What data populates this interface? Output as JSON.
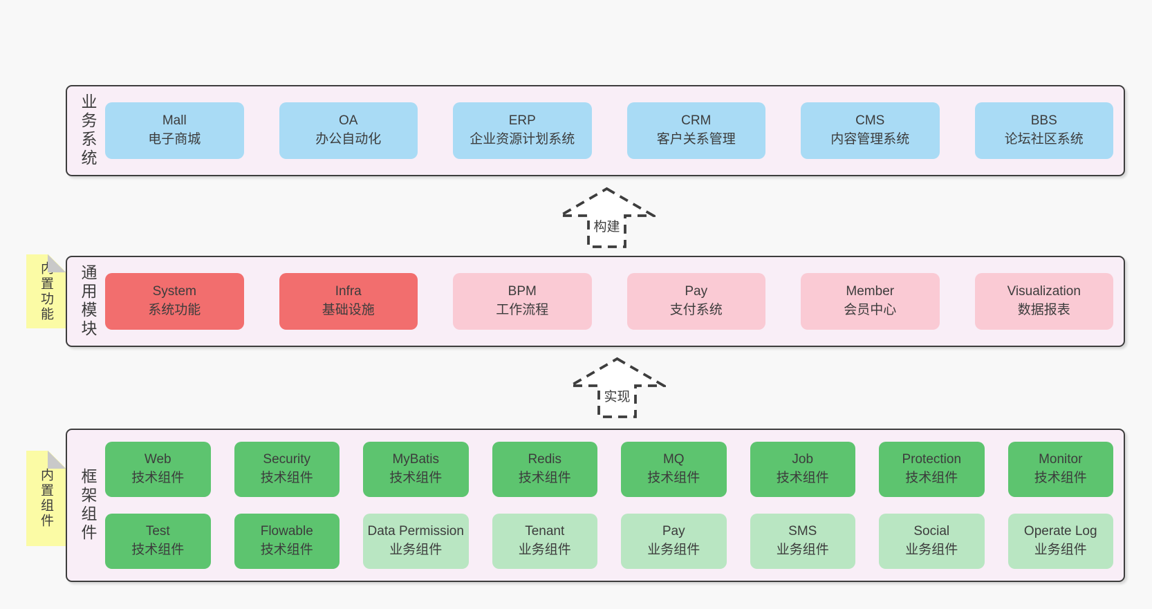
{
  "colors": {
    "page_bg": "#f8f8f8",
    "panel_fill": "#f9eef7",
    "panel_border": "#3d3d3d",
    "box_blue": "#a9dbf5",
    "box_red": "#f26e6e",
    "box_pink": "#facad4",
    "box_green": "#5dc46f",
    "box_green_light": "#b9e6c2",
    "sticky_yellow": "#fbfba5",
    "fold_gray": "#c9c9c9",
    "text": "#3c3c3c"
  },
  "layers": [
    {
      "id": "business-systems",
      "side_label": "业务系统",
      "boxes": [
        {
          "title": "Mall",
          "subtitle": "电子商城",
          "variant": "blue"
        },
        {
          "title": "OA",
          "subtitle": "办公自动化",
          "variant": "blue"
        },
        {
          "title": "ERP",
          "subtitle": "企业资源计划系统",
          "variant": "blue"
        },
        {
          "title": "CRM",
          "subtitle": "客户关系管理",
          "variant": "blue"
        },
        {
          "title": "CMS",
          "subtitle": "内容管理系统",
          "variant": "blue"
        },
        {
          "title": "BBS",
          "subtitle": "论坛社区系统",
          "variant": "blue"
        }
      ]
    },
    {
      "id": "common-modules",
      "side_label": "通用模块",
      "sticky_label": "内置功能",
      "boxes": [
        {
          "title": "System",
          "subtitle": "系统功能",
          "variant": "red"
        },
        {
          "title": "Infra",
          "subtitle": "基础设施",
          "variant": "red"
        },
        {
          "title": "BPM",
          "subtitle": "工作流程",
          "variant": "pink"
        },
        {
          "title": "Pay",
          "subtitle": "支付系统",
          "variant": "pink"
        },
        {
          "title": "Member",
          "subtitle": "会员中心",
          "variant": "pink"
        },
        {
          "title": "Visualization",
          "subtitle": "数据报表",
          "variant": "pink"
        }
      ]
    },
    {
      "id": "framework-components",
      "side_label": "框架组件",
      "sticky_label": "内置组件",
      "rows": [
        [
          {
            "title": "Web",
            "subtitle": "技术组件",
            "variant": "green"
          },
          {
            "title": "Security",
            "subtitle": "技术组件",
            "variant": "green"
          },
          {
            "title": "MyBatis",
            "subtitle": "技术组件",
            "variant": "green"
          },
          {
            "title": "Redis",
            "subtitle": "技术组件",
            "variant": "green"
          },
          {
            "title": "MQ",
            "subtitle": "技术组件",
            "variant": "green"
          },
          {
            "title": "Job",
            "subtitle": "技术组件",
            "variant": "green"
          },
          {
            "title": "Protection",
            "subtitle": "技术组件",
            "variant": "green"
          },
          {
            "title": "Monitor",
            "subtitle": "技术组件",
            "variant": "green"
          }
        ],
        [
          {
            "title": "Test",
            "subtitle": "技术组件",
            "variant": "green"
          },
          {
            "title": "Flowable",
            "subtitle": "技术组件",
            "variant": "green"
          },
          {
            "title": "Data Permission",
            "subtitle": "业务组件",
            "variant": "green-light"
          },
          {
            "title": "Tenant",
            "subtitle": "业务组件",
            "variant": "green-light"
          },
          {
            "title": "Pay",
            "subtitle": "业务组件",
            "variant": "green-light"
          },
          {
            "title": "SMS",
            "subtitle": "业务组件",
            "variant": "green-light"
          },
          {
            "title": "Social",
            "subtitle": "业务组件",
            "variant": "green-light"
          },
          {
            "title": "Operate Log",
            "subtitle": "业务组件",
            "variant": "green-light"
          }
        ]
      ]
    }
  ],
  "arrows": [
    {
      "label": "构建"
    },
    {
      "label": "实现"
    }
  ]
}
